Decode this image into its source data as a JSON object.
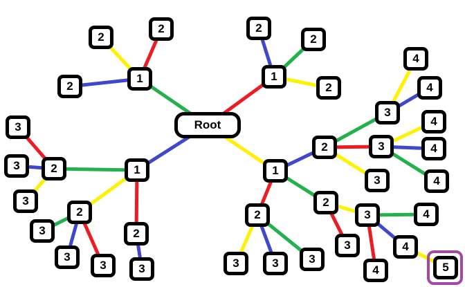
{
  "colors": {
    "red": "#ed1c24",
    "yellow": "#fff200",
    "green": "#22b14c",
    "blue": "#3f48cc",
    "highlight": "#a349a4"
  },
  "nodes": [
    {
      "id": "root",
      "label": "Root"
    },
    {
      "id": "a1",
      "label": "1",
      "parent": "root",
      "edge": "green"
    },
    {
      "id": "a2a",
      "label": "2",
      "parent": "a1",
      "edge": "yellow"
    },
    {
      "id": "a2b",
      "label": "2",
      "parent": "a1",
      "edge": "red"
    },
    {
      "id": "a2c",
      "label": "2",
      "parent": "a1",
      "edge": "blue"
    },
    {
      "id": "b1",
      "label": "1",
      "parent": "root",
      "edge": "red"
    },
    {
      "id": "b2a",
      "label": "2",
      "parent": "b1",
      "edge": "blue"
    },
    {
      "id": "b2b",
      "label": "2",
      "parent": "b1",
      "edge": "green"
    },
    {
      "id": "b2c",
      "label": "2",
      "parent": "b1",
      "edge": "yellow"
    },
    {
      "id": "c1",
      "label": "1",
      "parent": "root",
      "edge": "blue"
    },
    {
      "id": "c2a",
      "label": "2",
      "parent": "c1",
      "edge": "green"
    },
    {
      "id": "c3a",
      "label": "3",
      "parent": "c2a",
      "edge": "red"
    },
    {
      "id": "c3b",
      "label": "3",
      "parent": "c2a",
      "edge": "blue"
    },
    {
      "id": "c3c",
      "label": "3",
      "parent": "c2a",
      "edge": "yellow"
    },
    {
      "id": "c2b",
      "label": "2",
      "parent": "c1",
      "edge": "yellow"
    },
    {
      "id": "c3d",
      "label": "3",
      "parent": "c2b",
      "edge": "green"
    },
    {
      "id": "c3e",
      "label": "3",
      "parent": "c2b",
      "edge": "blue"
    },
    {
      "id": "c3f",
      "label": "3",
      "parent": "c2b",
      "edge": "red"
    },
    {
      "id": "c2c",
      "label": "2",
      "parent": "c1",
      "edge": "red"
    },
    {
      "id": "c3g",
      "label": "3",
      "parent": "c2c",
      "edge": "blue"
    },
    {
      "id": "d1",
      "label": "1",
      "parent": "root",
      "edge": "yellow"
    },
    {
      "id": "d2a",
      "label": "2",
      "parent": "d1",
      "edge": "blue"
    },
    {
      "id": "e3",
      "label": "3",
      "parent": "d2a",
      "edge": "green"
    },
    {
      "id": "e4a",
      "label": "4",
      "parent": "e3",
      "edge": "yellow"
    },
    {
      "id": "e4b",
      "label": "4",
      "parent": "e3",
      "edge": "blue"
    },
    {
      "id": "f3",
      "label": "3",
      "parent": "d2a",
      "edge": "red"
    },
    {
      "id": "f4a",
      "label": "4",
      "parent": "f3",
      "edge": "yellow"
    },
    {
      "id": "f4b",
      "label": "4",
      "parent": "f3",
      "edge": "blue"
    },
    {
      "id": "f4c",
      "label": "4",
      "parent": "f3",
      "edge": "green"
    },
    {
      "id": "d3a",
      "label": "3",
      "parent": "d2a",
      "edge": "yellow"
    },
    {
      "id": "d2b",
      "label": "2",
      "parent": "d1",
      "edge": "green"
    },
    {
      "id": "g3",
      "label": "3",
      "parent": "d2b",
      "edge": "yellow"
    },
    {
      "id": "g4a",
      "label": "4",
      "parent": "g3",
      "edge": "green"
    },
    {
      "id": "g4b",
      "label": "4",
      "parent": "g3",
      "edge": "blue"
    },
    {
      "id": "g5",
      "label": "5",
      "parent": "g4b",
      "edge": "yellow",
      "highlighted": true
    },
    {
      "id": "g4c",
      "label": "4",
      "parent": "g3",
      "edge": "red"
    },
    {
      "id": "d3b",
      "label": "3",
      "parent": "d2b",
      "edge": "red"
    },
    {
      "id": "d2c",
      "label": "2",
      "parent": "d1",
      "edge": "red"
    },
    {
      "id": "h3a",
      "label": "3",
      "parent": "d2c",
      "edge": "yellow"
    },
    {
      "id": "h3b",
      "label": "3",
      "parent": "d2c",
      "edge": "blue"
    },
    {
      "id": "h3c",
      "label": "3",
      "parent": "d2c",
      "edge": "green"
    }
  ]
}
